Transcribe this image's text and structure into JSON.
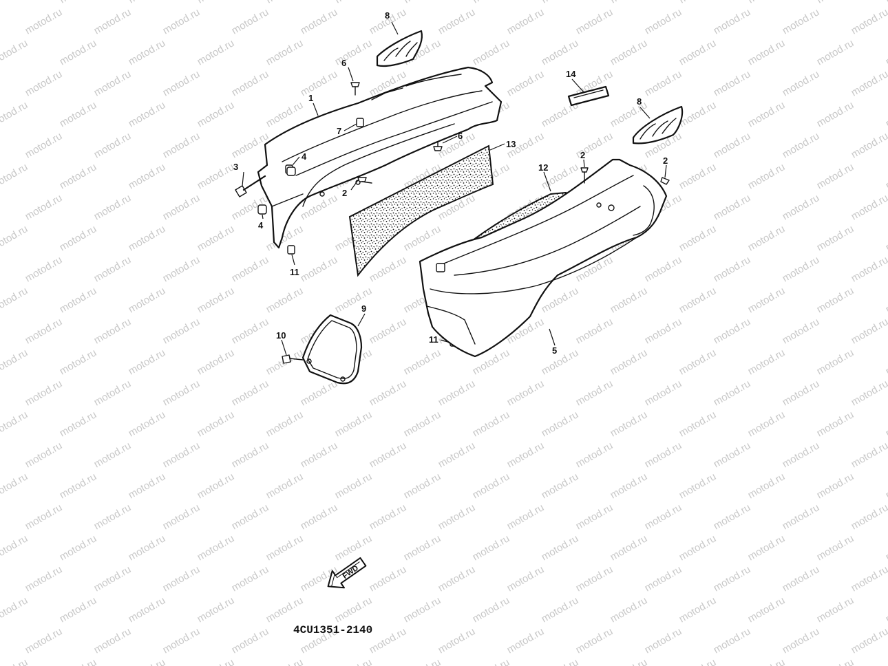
{
  "watermark": {
    "text": "motod.ru"
  },
  "document_code": "4CU1351-2140",
  "fwd_arrow": {
    "label": "FWD"
  },
  "callouts": [
    {
      "id": "c8a",
      "label": "8"
    },
    {
      "id": "c6a",
      "label": "6"
    },
    {
      "id": "c1",
      "label": "1"
    },
    {
      "id": "c7",
      "label": "7"
    },
    {
      "id": "c6b",
      "label": "6"
    },
    {
      "id": "c13",
      "label": "13"
    },
    {
      "id": "c3",
      "label": "3"
    },
    {
      "id": "c4a",
      "label": "4"
    },
    {
      "id": "c2a",
      "label": "2"
    },
    {
      "id": "c4b",
      "label": "4"
    },
    {
      "id": "c11a",
      "label": "11"
    },
    {
      "id": "c14",
      "label": "14"
    },
    {
      "id": "c8b",
      "label": "8"
    },
    {
      "id": "c12",
      "label": "12"
    },
    {
      "id": "c2b",
      "label": "2"
    },
    {
      "id": "c2c",
      "label": "2"
    },
    {
      "id": "c9",
      "label": "9"
    },
    {
      "id": "c10",
      "label": "10"
    },
    {
      "id": "c11b",
      "label": "11"
    },
    {
      "id": "c5",
      "label": "5"
    }
  ]
}
